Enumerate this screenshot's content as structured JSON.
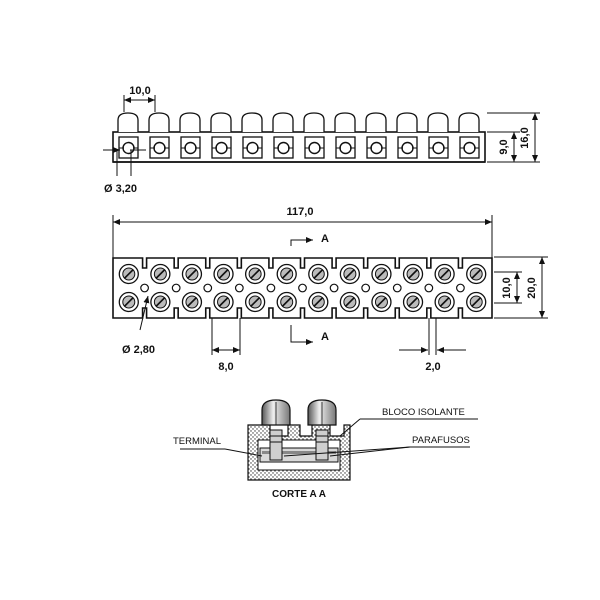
{
  "top_view": {
    "dim_pitch": "10,0",
    "dim_height_total": "16,0",
    "dim_height_body": "9,0",
    "dim_hole": "Ø 3,20"
  },
  "front_view": {
    "dim_length": "117,0",
    "dim_inner_height": "10,0",
    "dim_outer_height": "20,0",
    "dim_hole": "Ø 2,80",
    "dim_spacing": "8,0",
    "dim_gap": "2,0",
    "section_mark": "A"
  },
  "section_view": {
    "label_terminal": "TERMINAL",
    "label_block": "BLOCO ISOLANTE",
    "label_screws": "PARAFUSOS",
    "title": "CORTE  A  A"
  },
  "module_count": 12
}
